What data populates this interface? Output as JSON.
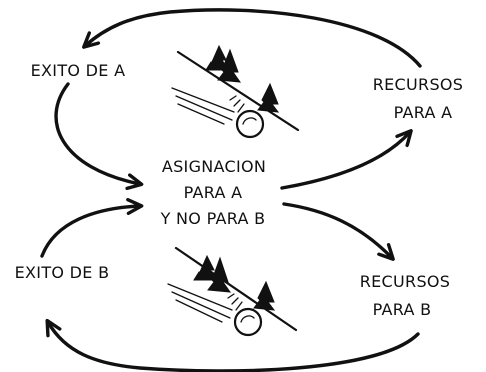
{
  "labels": {
    "exito_a": "EXITO DE A",
    "recursos_a_line1": "RECURSOS",
    "recursos_a_line2": "PARA A",
    "asignacion_line1": "ASIGNACION",
    "asignacion_line2": "PARA A",
    "asignacion_line3": "Y NO PARA B",
    "exito_b": "EXITO DE B",
    "recursos_b_line1": "RECURSOS",
    "recursos_b_line2": "PARA B"
  },
  "colors": {
    "ink": "#111111",
    "background": "#ffffff"
  },
  "icons": {
    "upper_loop": "snowball-rolling-downhill",
    "lower_loop": "snowball-rolling-downhill"
  }
}
